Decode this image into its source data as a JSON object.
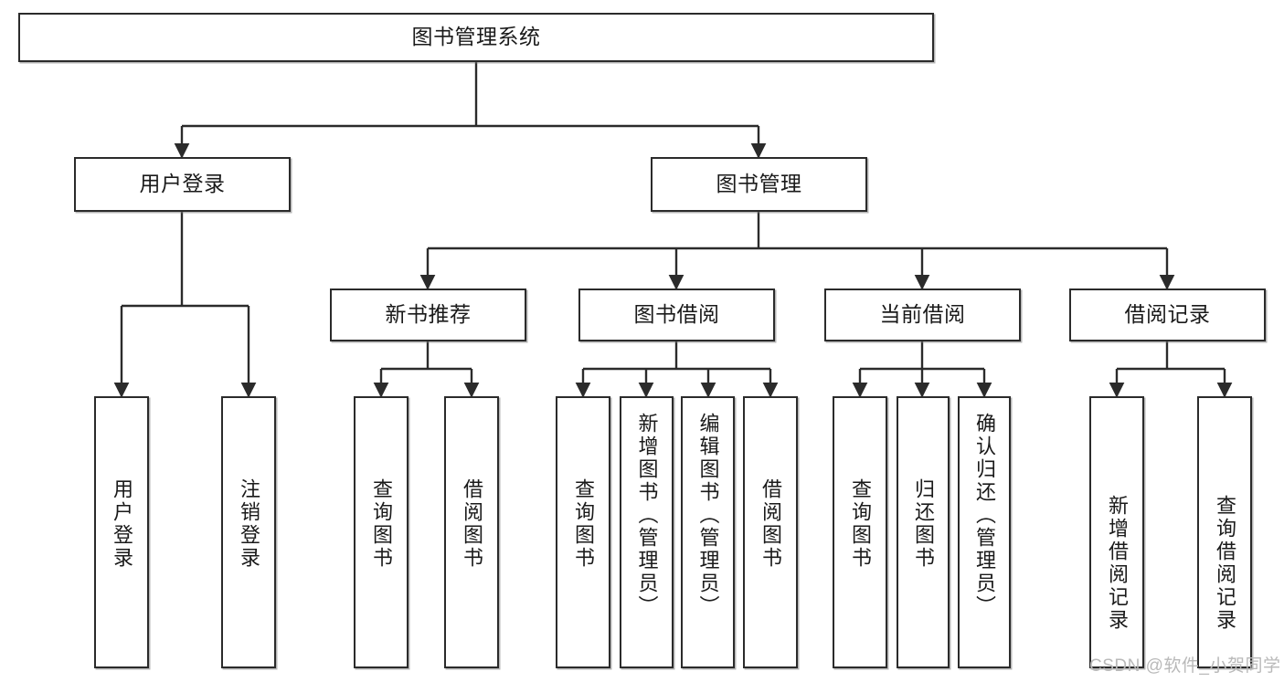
{
  "diagram": {
    "title": "图书管理系统",
    "type": "tree-hierarchy",
    "watermark": "CSDN @软件_小贺同学",
    "colors": {
      "stroke": "#2b2b2b",
      "fill": "#ffffff",
      "text": "#1a1a1a",
      "watermark": "#b9b9b9"
    },
    "root": {
      "label": "图书管理系统"
    },
    "level2": [
      {
        "label": "用户登录"
      },
      {
        "label": "图书管理"
      }
    ],
    "level3": [
      {
        "label": "新书推荐"
      },
      {
        "label": "图书借阅"
      },
      {
        "label": "当前借阅"
      },
      {
        "label": "借阅记录"
      }
    ],
    "leaves": [
      {
        "label": "用户登录",
        "parent": "用户登录"
      },
      {
        "label": "注销登录",
        "parent": "用户登录"
      },
      {
        "label": "查询图书",
        "parent": "新书推荐"
      },
      {
        "label": "借阅图书",
        "parent": "新书推荐"
      },
      {
        "label": "查询图书",
        "parent": "图书借阅"
      },
      {
        "label": "新增图书（管理员）",
        "parent": "图书借阅"
      },
      {
        "label": "编辑图书（管理员）",
        "parent": "图书借阅"
      },
      {
        "label": "借阅图书",
        "parent": "图书借阅"
      },
      {
        "label": "查询图书",
        "parent": "当前借阅"
      },
      {
        "label": "归还图书",
        "parent": "当前借阅"
      },
      {
        "label": "确认归还（管理员）",
        "parent": "当前借阅"
      },
      {
        "label": "新增借阅记录",
        "parent": "借阅记录"
      },
      {
        "label": "查询借阅记录",
        "parent": "借阅记录"
      }
    ]
  }
}
